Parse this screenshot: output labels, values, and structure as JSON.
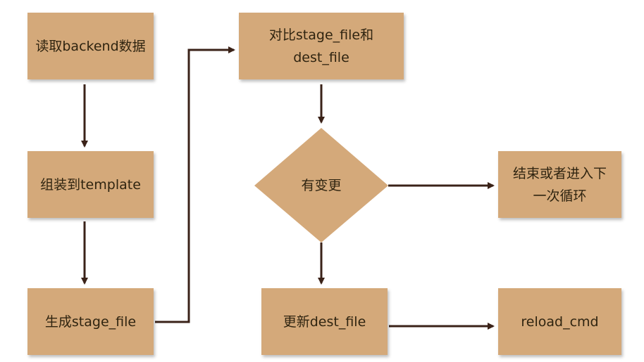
{
  "nodes": {
    "read_backend": "读取backend数据",
    "assemble_template": "组装到template",
    "generate_stage_file": "生成stage_file",
    "compare_line1": "对比stage_file和",
    "compare_line2": "dest_file",
    "has_change": "有变更",
    "end_line1": "结束或者进入下",
    "end_line2": "一次循环",
    "update_dest": "更新dest_file",
    "reload_cmd": "reload_cmd"
  },
  "colors": {
    "node_fill": "#d4a97a",
    "edge": "#3a2218",
    "text": "#2f2410"
  }
}
